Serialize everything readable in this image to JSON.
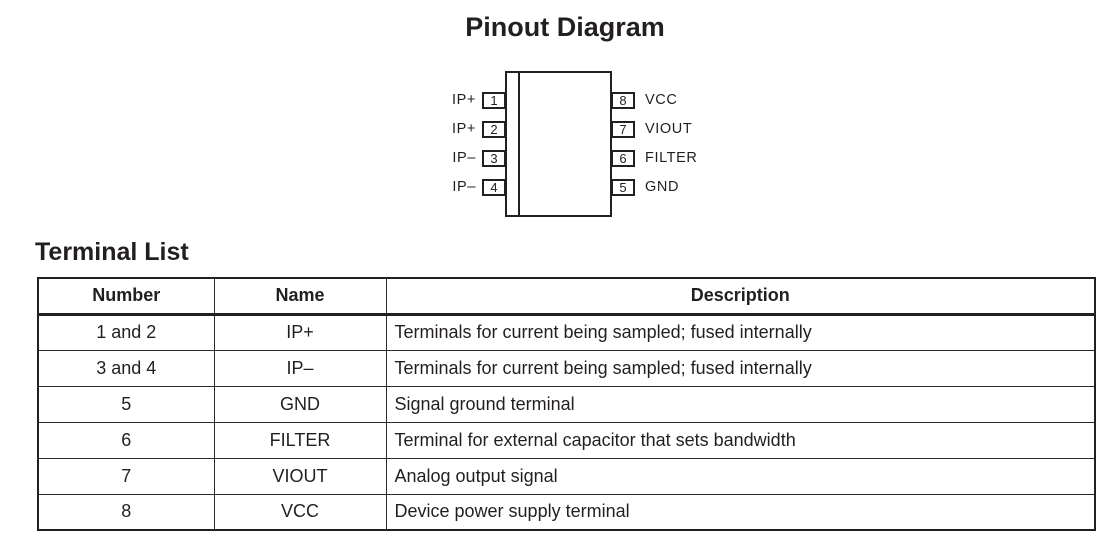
{
  "pinout": {
    "title": "Pinout Diagram",
    "left_pins": [
      {
        "number": "1",
        "label": "IP+"
      },
      {
        "number": "2",
        "label": "IP+"
      },
      {
        "number": "3",
        "label": "IP–"
      },
      {
        "number": "4",
        "label": "IP–"
      }
    ],
    "right_pins": [
      {
        "number": "8",
        "label": "VCC"
      },
      {
        "number": "7",
        "label": "VIOUT"
      },
      {
        "number": "6",
        "label": "FILTER"
      },
      {
        "number": "5",
        "label": "GND"
      }
    ]
  },
  "terminal_list": {
    "heading": "Terminal List",
    "columns": [
      "Number",
      "Name",
      "Description"
    ],
    "rows": [
      [
        "1 and 2",
        "IP+",
        "Terminals for current being sampled; fused internally"
      ],
      [
        "3 and 4",
        "IP–",
        "Terminals for current being sampled; fused internally"
      ],
      [
        "5",
        "GND",
        "Signal ground terminal"
      ],
      [
        "6",
        "FILTER",
        "Terminal for external capacitor that sets bandwidth"
      ],
      [
        "7",
        "VIOUT",
        "Analog output signal"
      ],
      [
        "8",
        "VCC",
        "Device power supply terminal"
      ]
    ]
  }
}
